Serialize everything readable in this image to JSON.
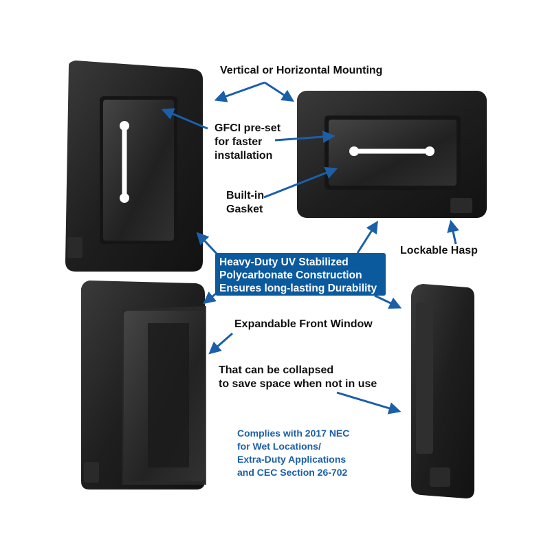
{
  "labels": {
    "mounting": "Vertical or Horizontal Mounting",
    "gfci": "GFCI pre-set\nfor faster\ninstallation",
    "gasket": "Built-in\nGasket",
    "hasp": "Lockable Hasp",
    "window": "Expandable Front Window",
    "collapse": "That can be collapsed\nto save space when not in use"
  },
  "callout": "Heavy-Duty UV Stabilized\nPolycarbonate Construction\nEnsures long-lasting Durability",
  "compliance": "Complies with 2017 NEC\nfor Wet Locations/\nExtra-Duty Applications\nand CEC Section 26-702",
  "colors": {
    "accent": "#0c5a9e",
    "arrow": "#1a5fa8",
    "cover": "#1e1e1e",
    "text": "#111111"
  }
}
